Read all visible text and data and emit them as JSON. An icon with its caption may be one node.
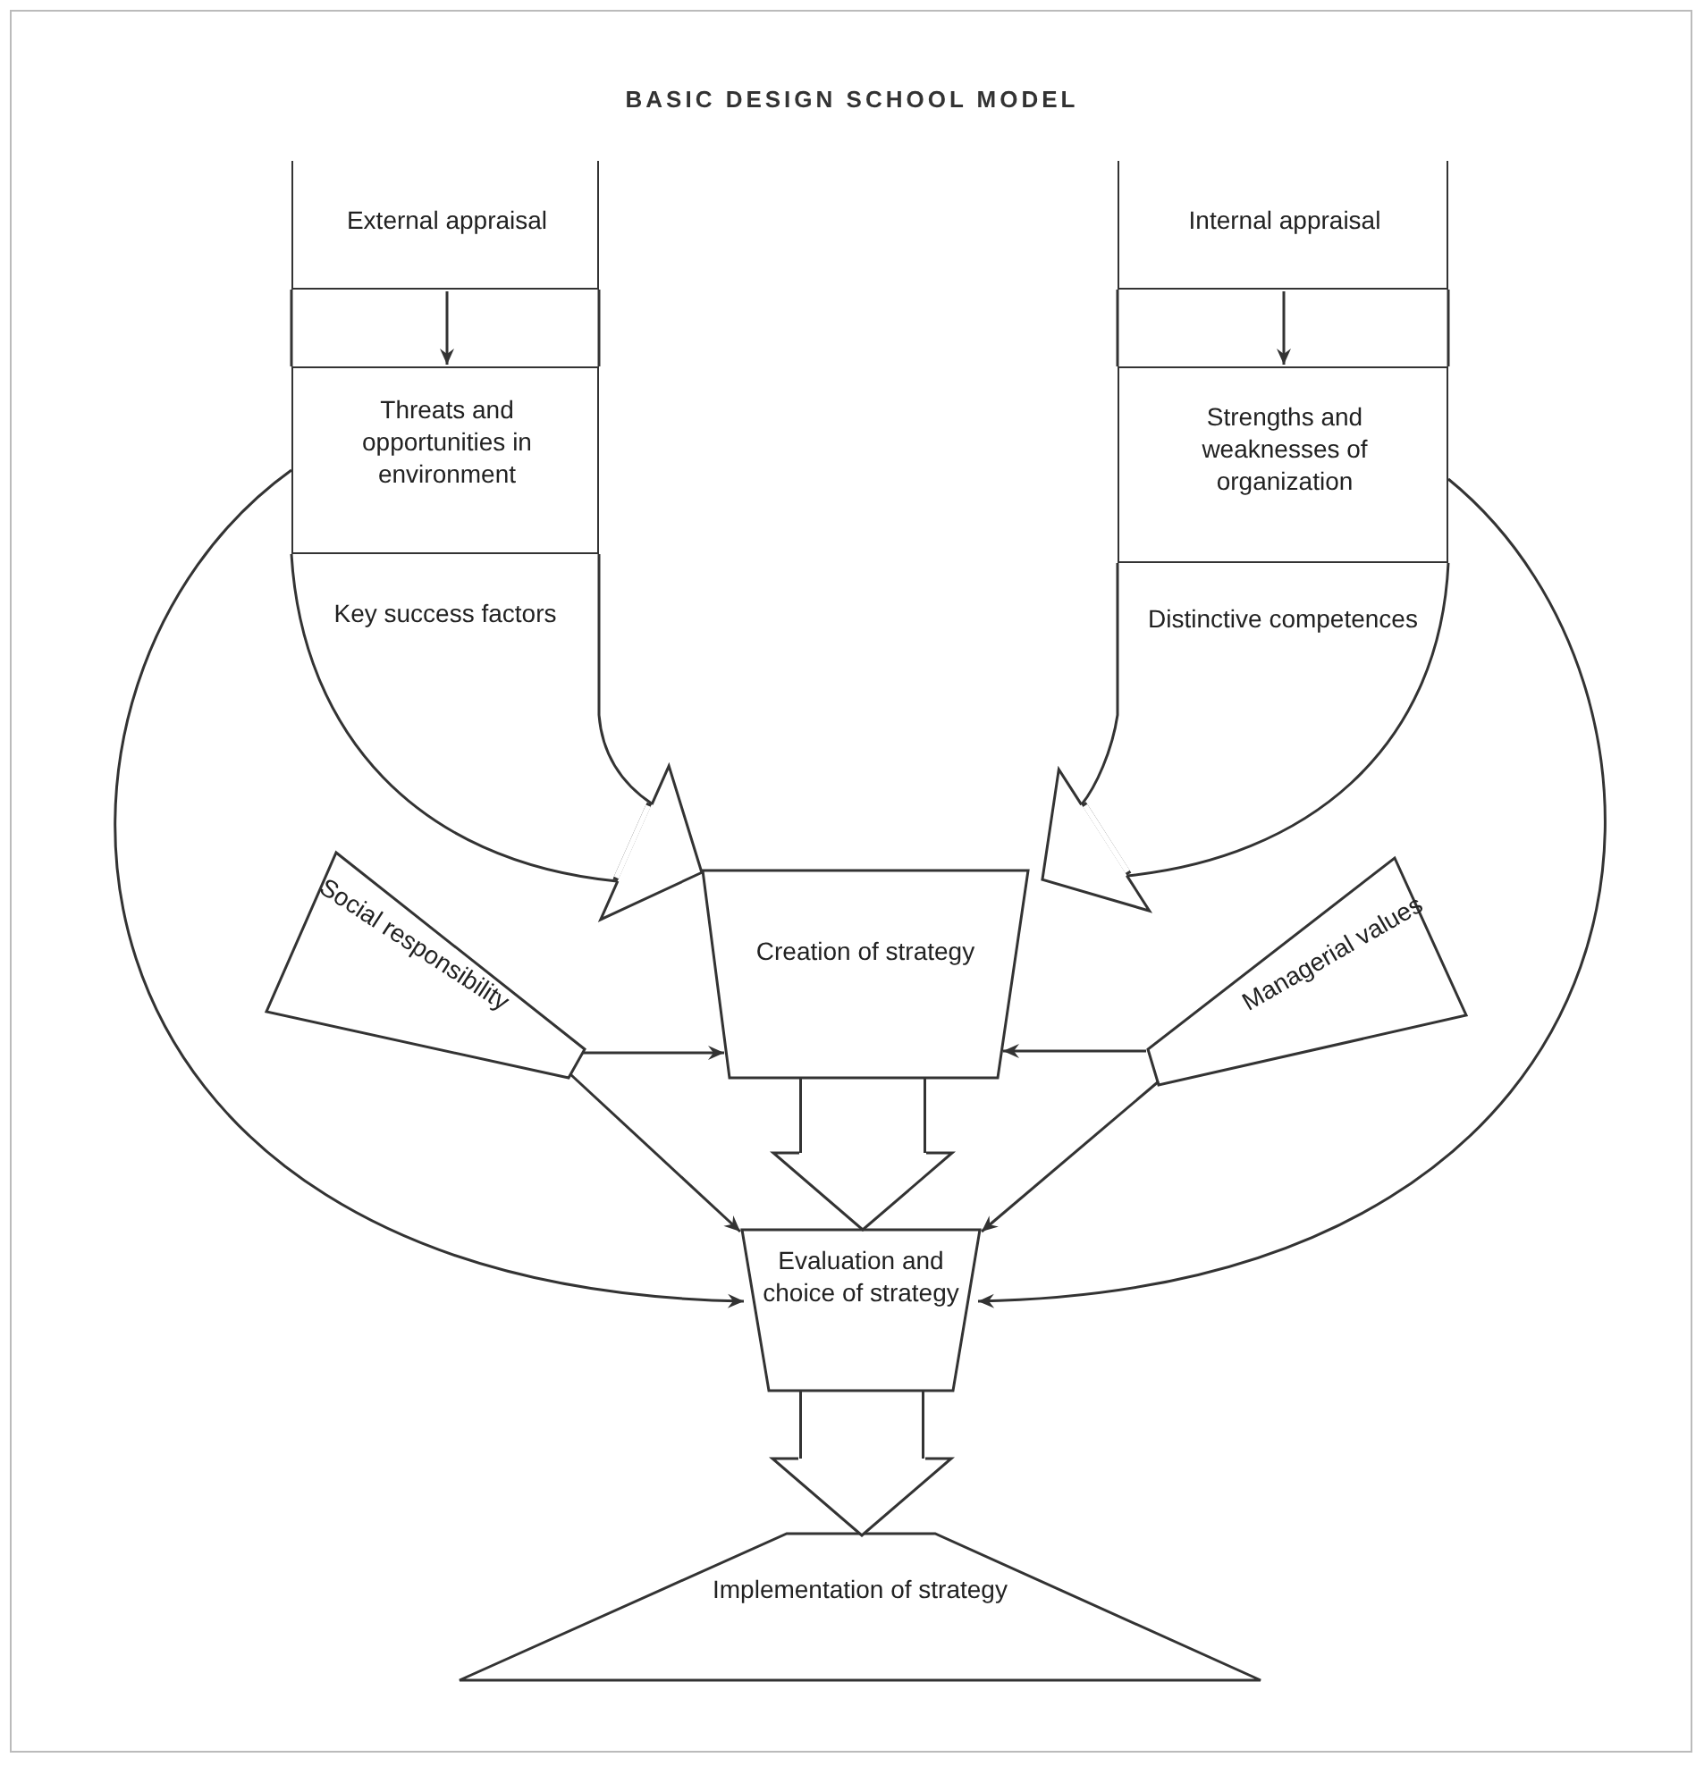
{
  "diagram": {
    "title": "BASIC DESIGN SCHOOL MODEL",
    "nodes": [
      {
        "text": [
          "External appraisal"
        ]
      },
      {
        "text": [
          "Threats and opportunities in environment"
        ]
      },
      {
        "text": [
          "Key success factors"
        ]
      },
      {
        "text": [
          "Internal appraisal"
        ]
      },
      {
        "text": [
          "Strengths and weaknesses of organization"
        ]
      },
      {
        "text": [
          "Distinctive competences"
        ]
      },
      {
        "text": [
          "Creation of strategy"
        ]
      },
      {
        "text": [
          "Social responsibility"
        ]
      },
      {
        "text": [
          "Managerial values"
        ]
      },
      {
        "text": [
          "Evaluation and choice of strategy"
        ]
      },
      {
        "text": [
          "Implementation of strategy"
        ]
      }
    ],
    "edges": [
      {
        "from": 0,
        "to": 1,
        "arrow": "to"
      },
      {
        "from": 3,
        "to": 4,
        "arrow": "to"
      },
      {
        "from": 2,
        "to": 6,
        "arrow": "to",
        "style": "thick"
      },
      {
        "from": 5,
        "to": 6,
        "arrow": "to",
        "style": "thick"
      },
      {
        "from": 7,
        "to": 6,
        "arrow": "to"
      },
      {
        "from": 7,
        "to": 9,
        "arrow": "to"
      },
      {
        "from": 8,
        "to": 6,
        "arrow": "to"
      },
      {
        "from": 8,
        "to": 9,
        "arrow": "to"
      },
      {
        "from": 1,
        "to": 9,
        "arrow": "to"
      },
      {
        "from": 4,
        "to": 9,
        "arrow": "to"
      },
      {
        "from": 6,
        "to": 9,
        "arrow": "to",
        "style": "thick"
      },
      {
        "from": 9,
        "to": 10,
        "arrow": "to",
        "style": "thick"
      }
    ]
  }
}
